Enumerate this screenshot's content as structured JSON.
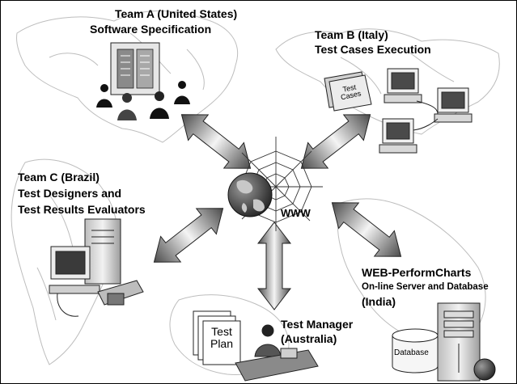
{
  "teams": {
    "team_a": {
      "line1": "Team A (United States)",
      "line2": "Software Specification"
    },
    "team_b": {
      "line1": "Team B (Italy)",
      "line2": "Test Cases Execution"
    },
    "team_c": {
      "line1": "Team C (Brazil)",
      "line2": "Test Designers and",
      "line3": "Test Results Evaluators"
    },
    "server": {
      "line1": "WEB-PerformCharts",
      "line2": "On-line Server and Database",
      "line3": "(India)"
    },
    "manager": {
      "line1": "Test Manager",
      "line2": "(Australia)"
    }
  },
  "hub": {
    "label": "WWW"
  },
  "props": {
    "test_plan_line1": "Test",
    "test_plan_line2": "Plan",
    "test_cases_line1": "Test",
    "test_cases_line2": "Cases",
    "database": "Database"
  },
  "colors": {
    "arrow_dark": "#4a4a4a",
    "arrow_light": "#f2f2f2",
    "map": "#bdbdbd"
  }
}
